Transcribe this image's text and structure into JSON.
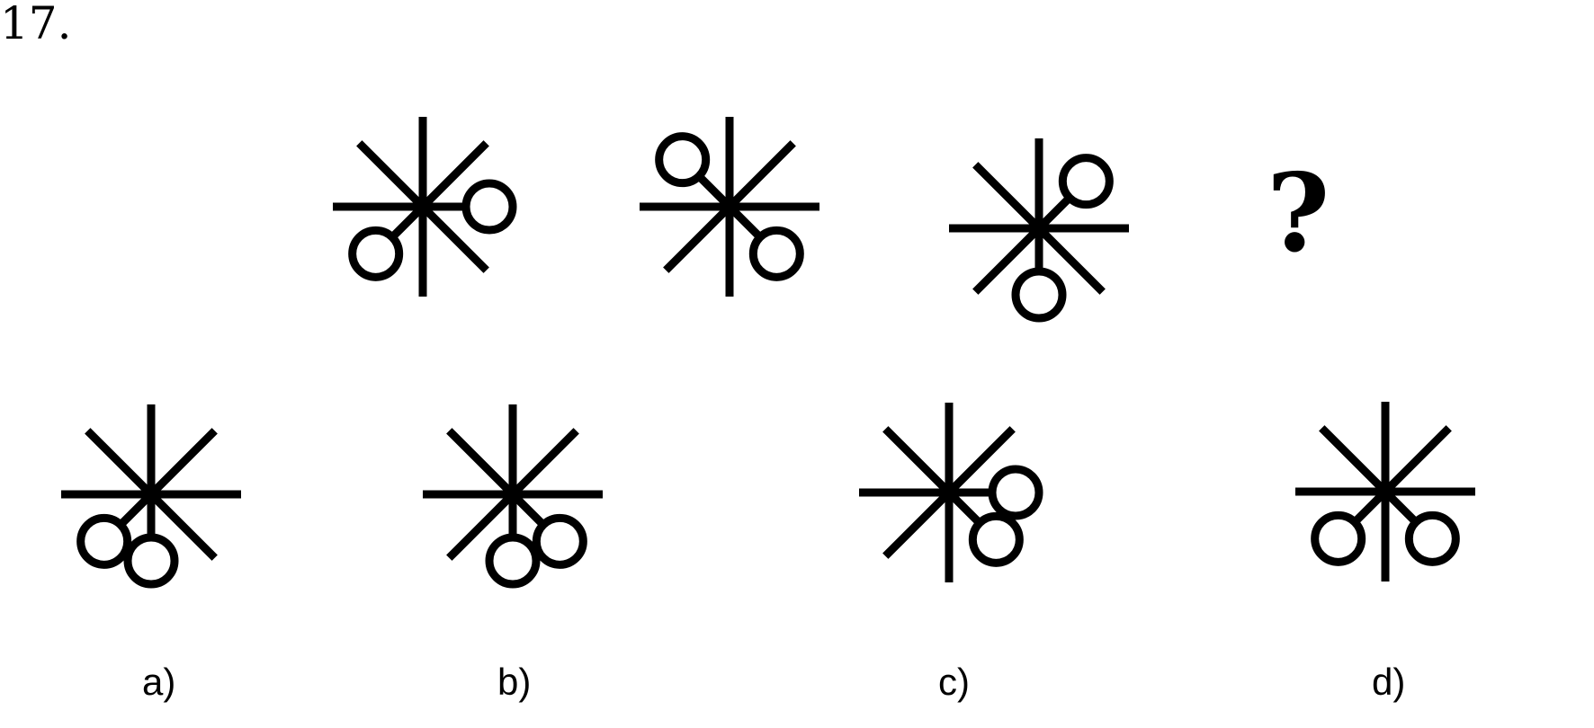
{
  "question": {
    "number": "17."
  },
  "sequence": {
    "figures": [
      {
        "label": "",
        "circles": [
          "E",
          "SW"
        ]
      },
      {
        "label": "",
        "circles": [
          "NW",
          "SE"
        ]
      },
      {
        "label": "",
        "circles": [
          "NE",
          "S"
        ]
      }
    ],
    "unknown": "?"
  },
  "options": [
    {
      "label": "a)",
      "circles": [
        "SW",
        "S"
      ]
    },
    {
      "label": "b)",
      "circles": [
        "S",
        "SE"
      ]
    },
    {
      "label": "c)",
      "circles": [
        "E",
        "SE"
      ]
    },
    {
      "label": "d)",
      "circles": [
        "SW",
        "SE"
      ]
    }
  ],
  "colors": {
    "stroke": "#000000",
    "background": "#ffffff"
  }
}
